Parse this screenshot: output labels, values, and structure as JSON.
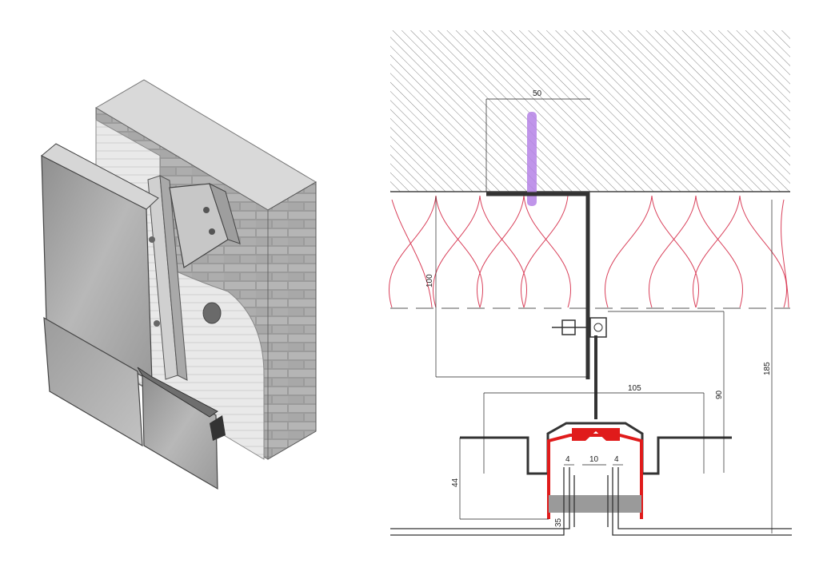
{
  "left_view": {
    "description_icon": "isometric-facade-cladding-icon"
  },
  "right_view": {
    "dimensions": {
      "anchor_spacing": "50",
      "insulation_thickness": "100",
      "profile_width": "105",
      "bracket_offset": "90",
      "total_depth": "185",
      "rail_height": "44",
      "joint_gap": "10",
      "rail_left_small": "4",
      "rail_right_small": "4",
      "panel_edge": "35"
    }
  },
  "colors": {
    "insulation_line": "#d9405a",
    "rail_red": "#e01b1b",
    "anchor_purple": "#b583e6",
    "hatch": "#555555",
    "metal_dark": "#333333"
  }
}
